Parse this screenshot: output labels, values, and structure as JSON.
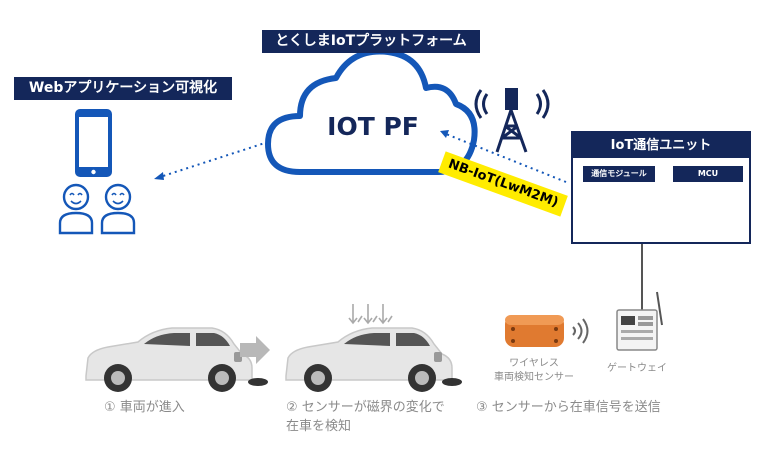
{
  "labels": {
    "platform": "とくしまIoTプラットフォーム",
    "web_app": "Webアプリケーション可視化",
    "cloud_text": "IOT PF",
    "protocol": "NB-IoT(LwM2M)",
    "unit_title": "IoT通信ユニット",
    "comm_module": "通信モジュール",
    "mcu": "MCU"
  },
  "devices": {
    "sensor": "ワイヤレス\n車両検知センサー",
    "gateway": "ゲートウェイ"
  },
  "steps": [
    {
      "text": "① 車両が進入"
    },
    {
      "text": "② センサーが磁界の変化で\n在車を検知"
    },
    {
      "text": "③ センサーから在車信号を送信"
    }
  ],
  "colors": {
    "navy": "#14275a",
    "blue": "#1457b8",
    "yellow": "#ffec00",
    "gray_text": "#8a8a8a",
    "car_gray": "#e8e8e8"
  }
}
